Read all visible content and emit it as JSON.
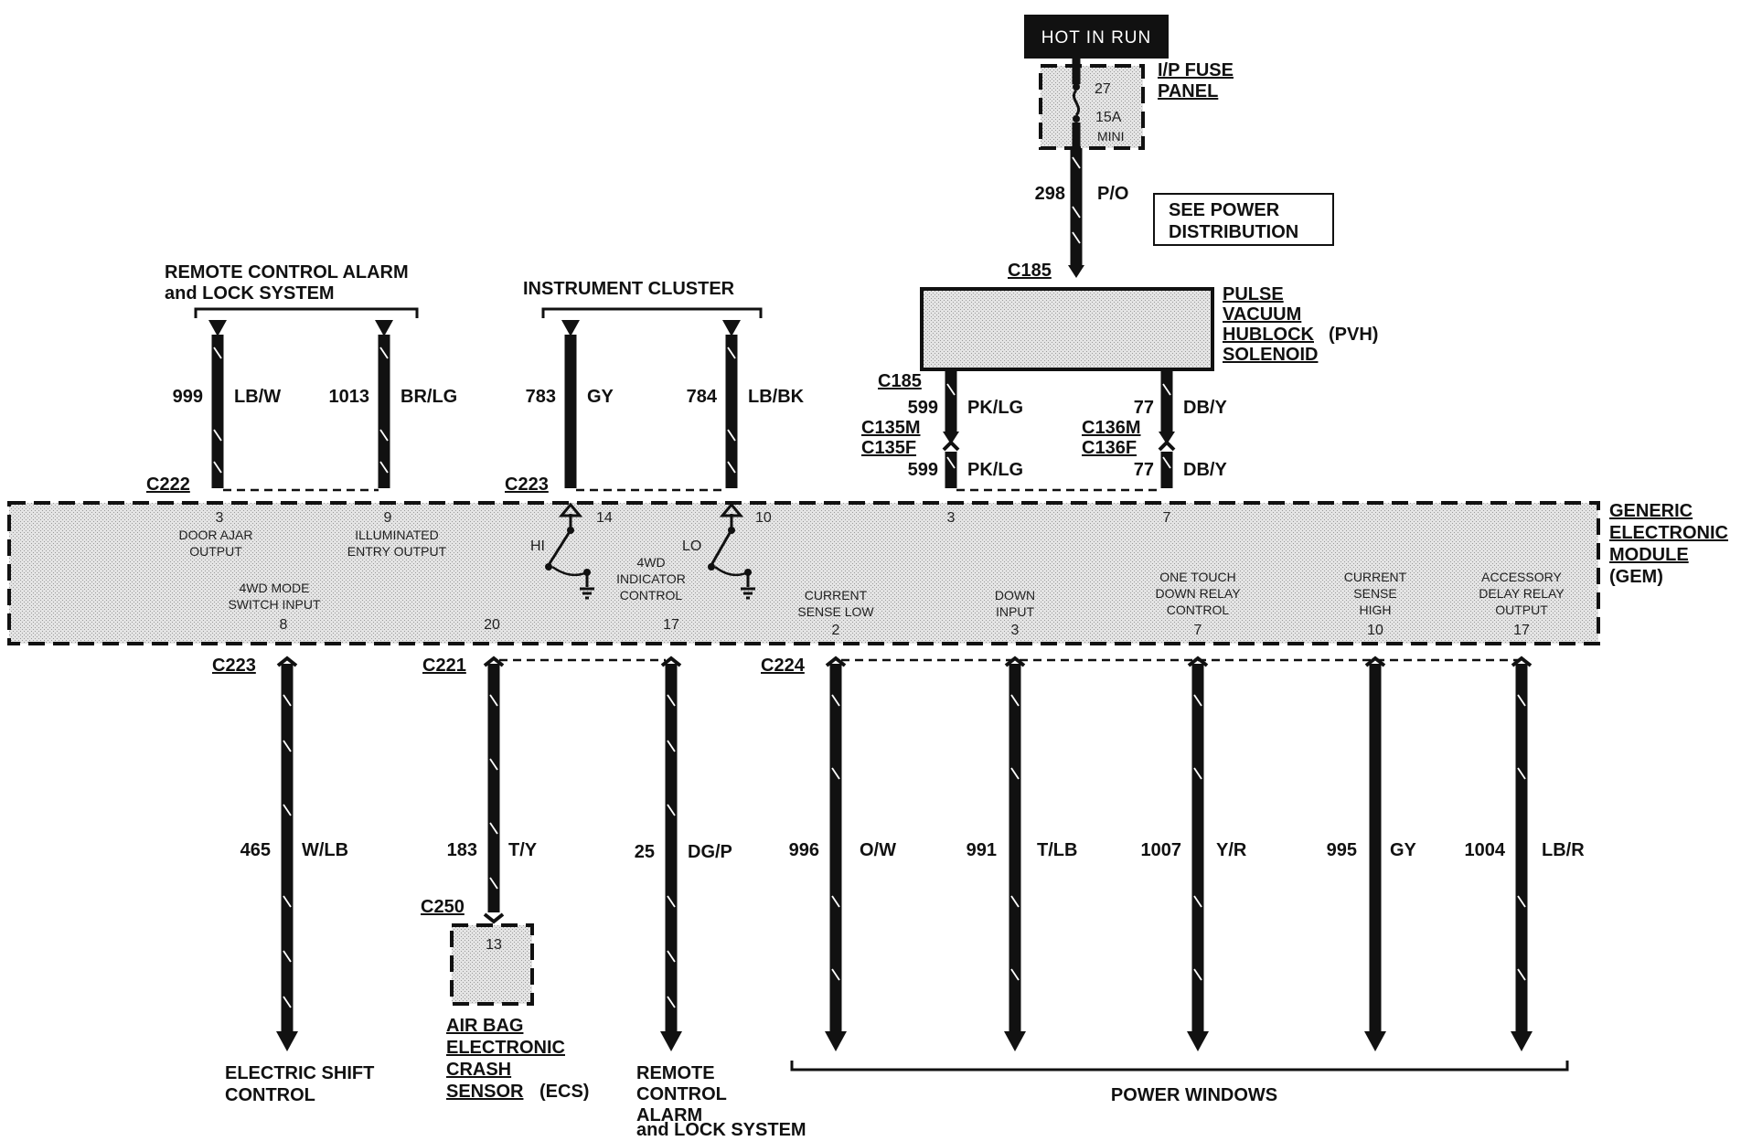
{
  "power": {
    "source": "HOT IN RUN",
    "fuse_panel": [
      "I/P FUSE",
      "PANEL"
    ],
    "fuse_num": "27",
    "fuse_rating": "15A",
    "fuse_type": "MINI",
    "wire_num": "298",
    "wire_color": "P/O",
    "see_power": [
      "SEE POWER",
      "DISTRIBUTION"
    ]
  },
  "pvh": {
    "connector_top": "C185",
    "name": [
      "PULSE",
      "VACUUM",
      "HUBLOCK",
      "SOLENOID"
    ],
    "abbr": "(PVH)"
  },
  "pvh_wires": {
    "c185": "C185",
    "left": {
      "num": "599",
      "color": "PK/LG",
      "conn_m": "C135M",
      "conn_f": "C135F",
      "pin": "3"
    },
    "right": {
      "num": "77",
      "color": "DB/Y",
      "conn_m": "C136M",
      "conn_f": "C136F",
      "pin": "7"
    }
  },
  "remote_alarm_top": {
    "title": [
      "REMOTE CONTROL ALARM",
      "and LOCK SYSTEM"
    ],
    "connector": "C222",
    "w1": {
      "num": "999",
      "color": "LB/W",
      "pin": "3",
      "func": [
        "DOOR AJAR",
        "OUTPUT"
      ]
    },
    "w2": {
      "num": "1013",
      "color": "BR/LG",
      "pin": "9",
      "func": [
        "ILLUMINATED",
        "ENTRY OUTPUT"
      ]
    }
  },
  "cluster": {
    "title": "INSTRUMENT CLUSTER",
    "connector": "C223",
    "w1": {
      "num": "783",
      "color": "GY",
      "pin": "14",
      "sw": "HI"
    },
    "w2": {
      "num": "784",
      "color": "LB/BK",
      "pin": "10",
      "sw": "LO"
    },
    "func": [
      "4WD",
      "INDICATOR",
      "CONTROL"
    ]
  },
  "gem": {
    "name": [
      "GENERIC",
      "ELECTRONIC",
      "MODULE"
    ],
    "abbr": "(GEM)"
  },
  "bottom_funcs": {
    "mode": [
      "4WD MODE",
      "SWITCH INPUT"
    ],
    "mode_pin": "8",
    "pin20": "20",
    "pin17": "17",
    "csl": [
      "CURRENT",
      "SENSE LOW"
    ],
    "csl_pin": "2",
    "down": [
      "DOWN",
      "INPUT"
    ],
    "down_pin": "3",
    "otd": [
      "ONE TOUCH",
      "DOWN RELAY",
      "CONTROL"
    ],
    "otd_pin": "7",
    "csh": [
      "CURRENT",
      "SENSE",
      "HIGH"
    ],
    "csh_pin": "10",
    "acc": [
      "ACCESSORY",
      "DELAY RELAY",
      "OUTPUT"
    ],
    "acc_pin": "17"
  },
  "bottom_wires": {
    "c223": "C223",
    "c221": "C221",
    "c224": "C224",
    "w465": {
      "num": "465",
      "color": "W/LB"
    },
    "w183": {
      "num": "183",
      "color": "T/Y"
    },
    "w25": {
      "num": "25",
      "color": "DG/P"
    },
    "w996": {
      "num": "996",
      "color": "O/W"
    },
    "w991": {
      "num": "991",
      "color": "T/LB"
    },
    "w1007": {
      "num": "1007",
      "color": "Y/R"
    },
    "w995": {
      "num": "995",
      "color": "GY"
    },
    "w1004": {
      "num": "1004",
      "color": "LB/R"
    }
  },
  "ecs": {
    "connector": "C250",
    "pin": "13",
    "name": [
      "AIR BAG",
      "ELECTRONIC",
      "CRASH",
      "SENSOR"
    ],
    "abbr": "(ECS)"
  },
  "destinations": {
    "shift": [
      "ELECTRIC SHIFT",
      "CONTROL"
    ],
    "remote": [
      "REMOTE",
      "CONTROL",
      "ALARM",
      "and LOCK SYSTEM"
    ],
    "windows": "POWER WINDOWS"
  }
}
